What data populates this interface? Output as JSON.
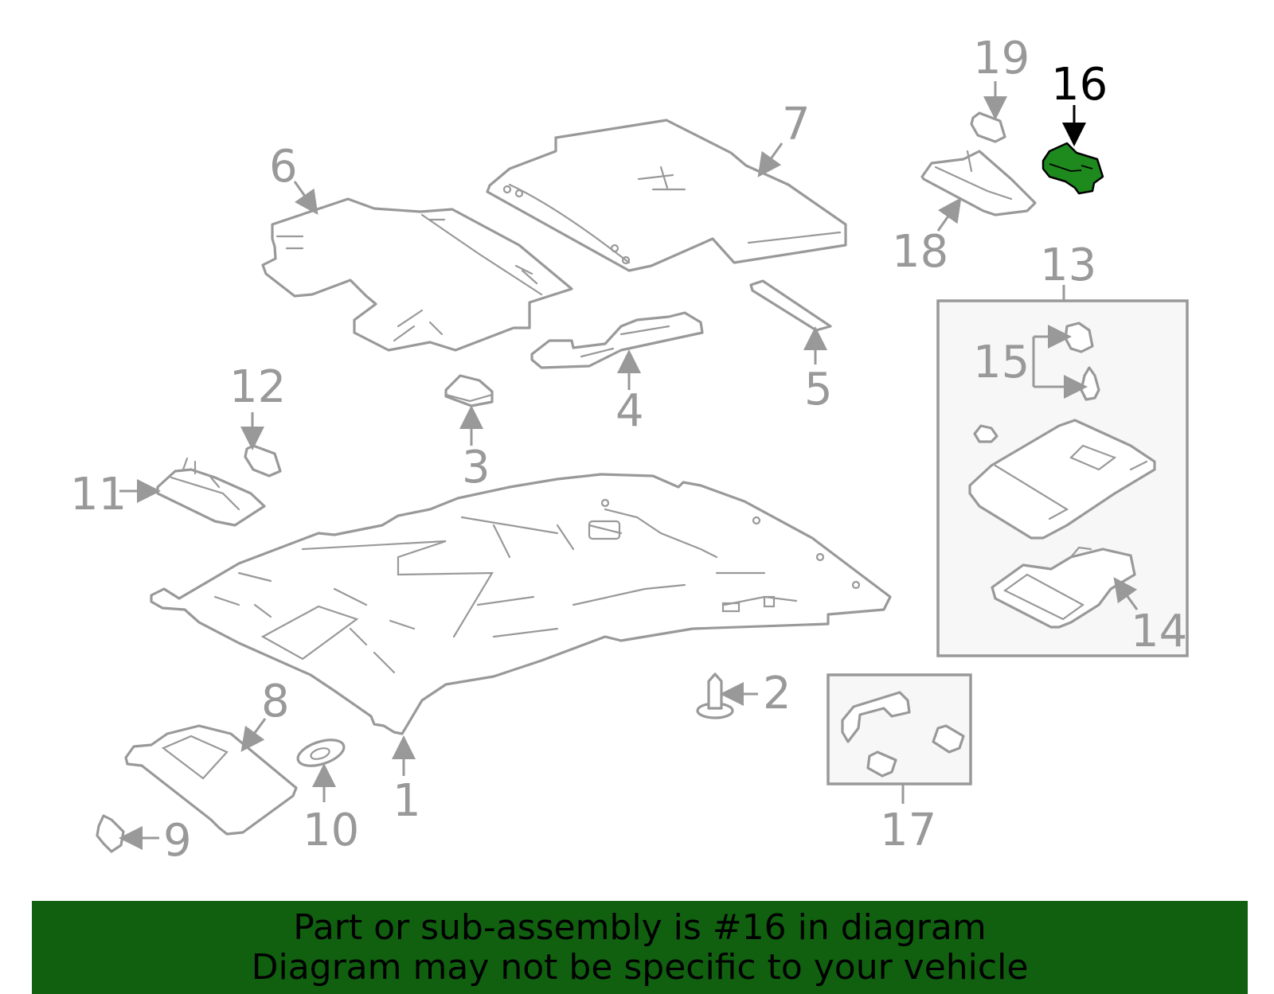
{
  "diagram": {
    "callouts": {
      "c1": "1",
      "c2": "2",
      "c3": "3",
      "c4": "4",
      "c5": "5",
      "c6": "6",
      "c7": "7",
      "c8": "8",
      "c9": "9",
      "c10": "10",
      "c11": "11",
      "c12": "12",
      "c13": "13",
      "c14": "14",
      "c15": "15",
      "c16": "16",
      "c17": "17",
      "c18": "18",
      "c19": "19"
    },
    "highlight_color": "#1e8a1e",
    "line_color": "#999999"
  },
  "banner": {
    "line1": "Part or sub-assembly is #16 in diagram",
    "line2": "Diagram may not be specific to your vehicle",
    "background": "#106010"
  }
}
